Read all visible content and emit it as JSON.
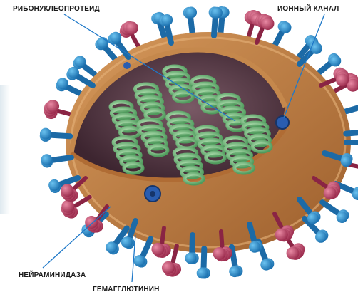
{
  "labels": {
    "ribonucleoprotein": "РИБОНУКЛЕОПРОТЕИД",
    "ion_channel": "ИОННЫЙ КАНАЛ",
    "neuraminidase": "НЕЙРАМИНИДАЗА",
    "hemagglutinin": "ГЕМАГГЛЮТИНИН"
  },
  "colors": {
    "blue_spike": "#2f8fcf",
    "pink_spike": "#c4446a",
    "envelope": "#b8743e",
    "interior": "#5a3a4a",
    "rnp_green": "#8fcf8f",
    "pointer_line": "#1e78c8",
    "ion_channel": "#2a5db0"
  }
}
